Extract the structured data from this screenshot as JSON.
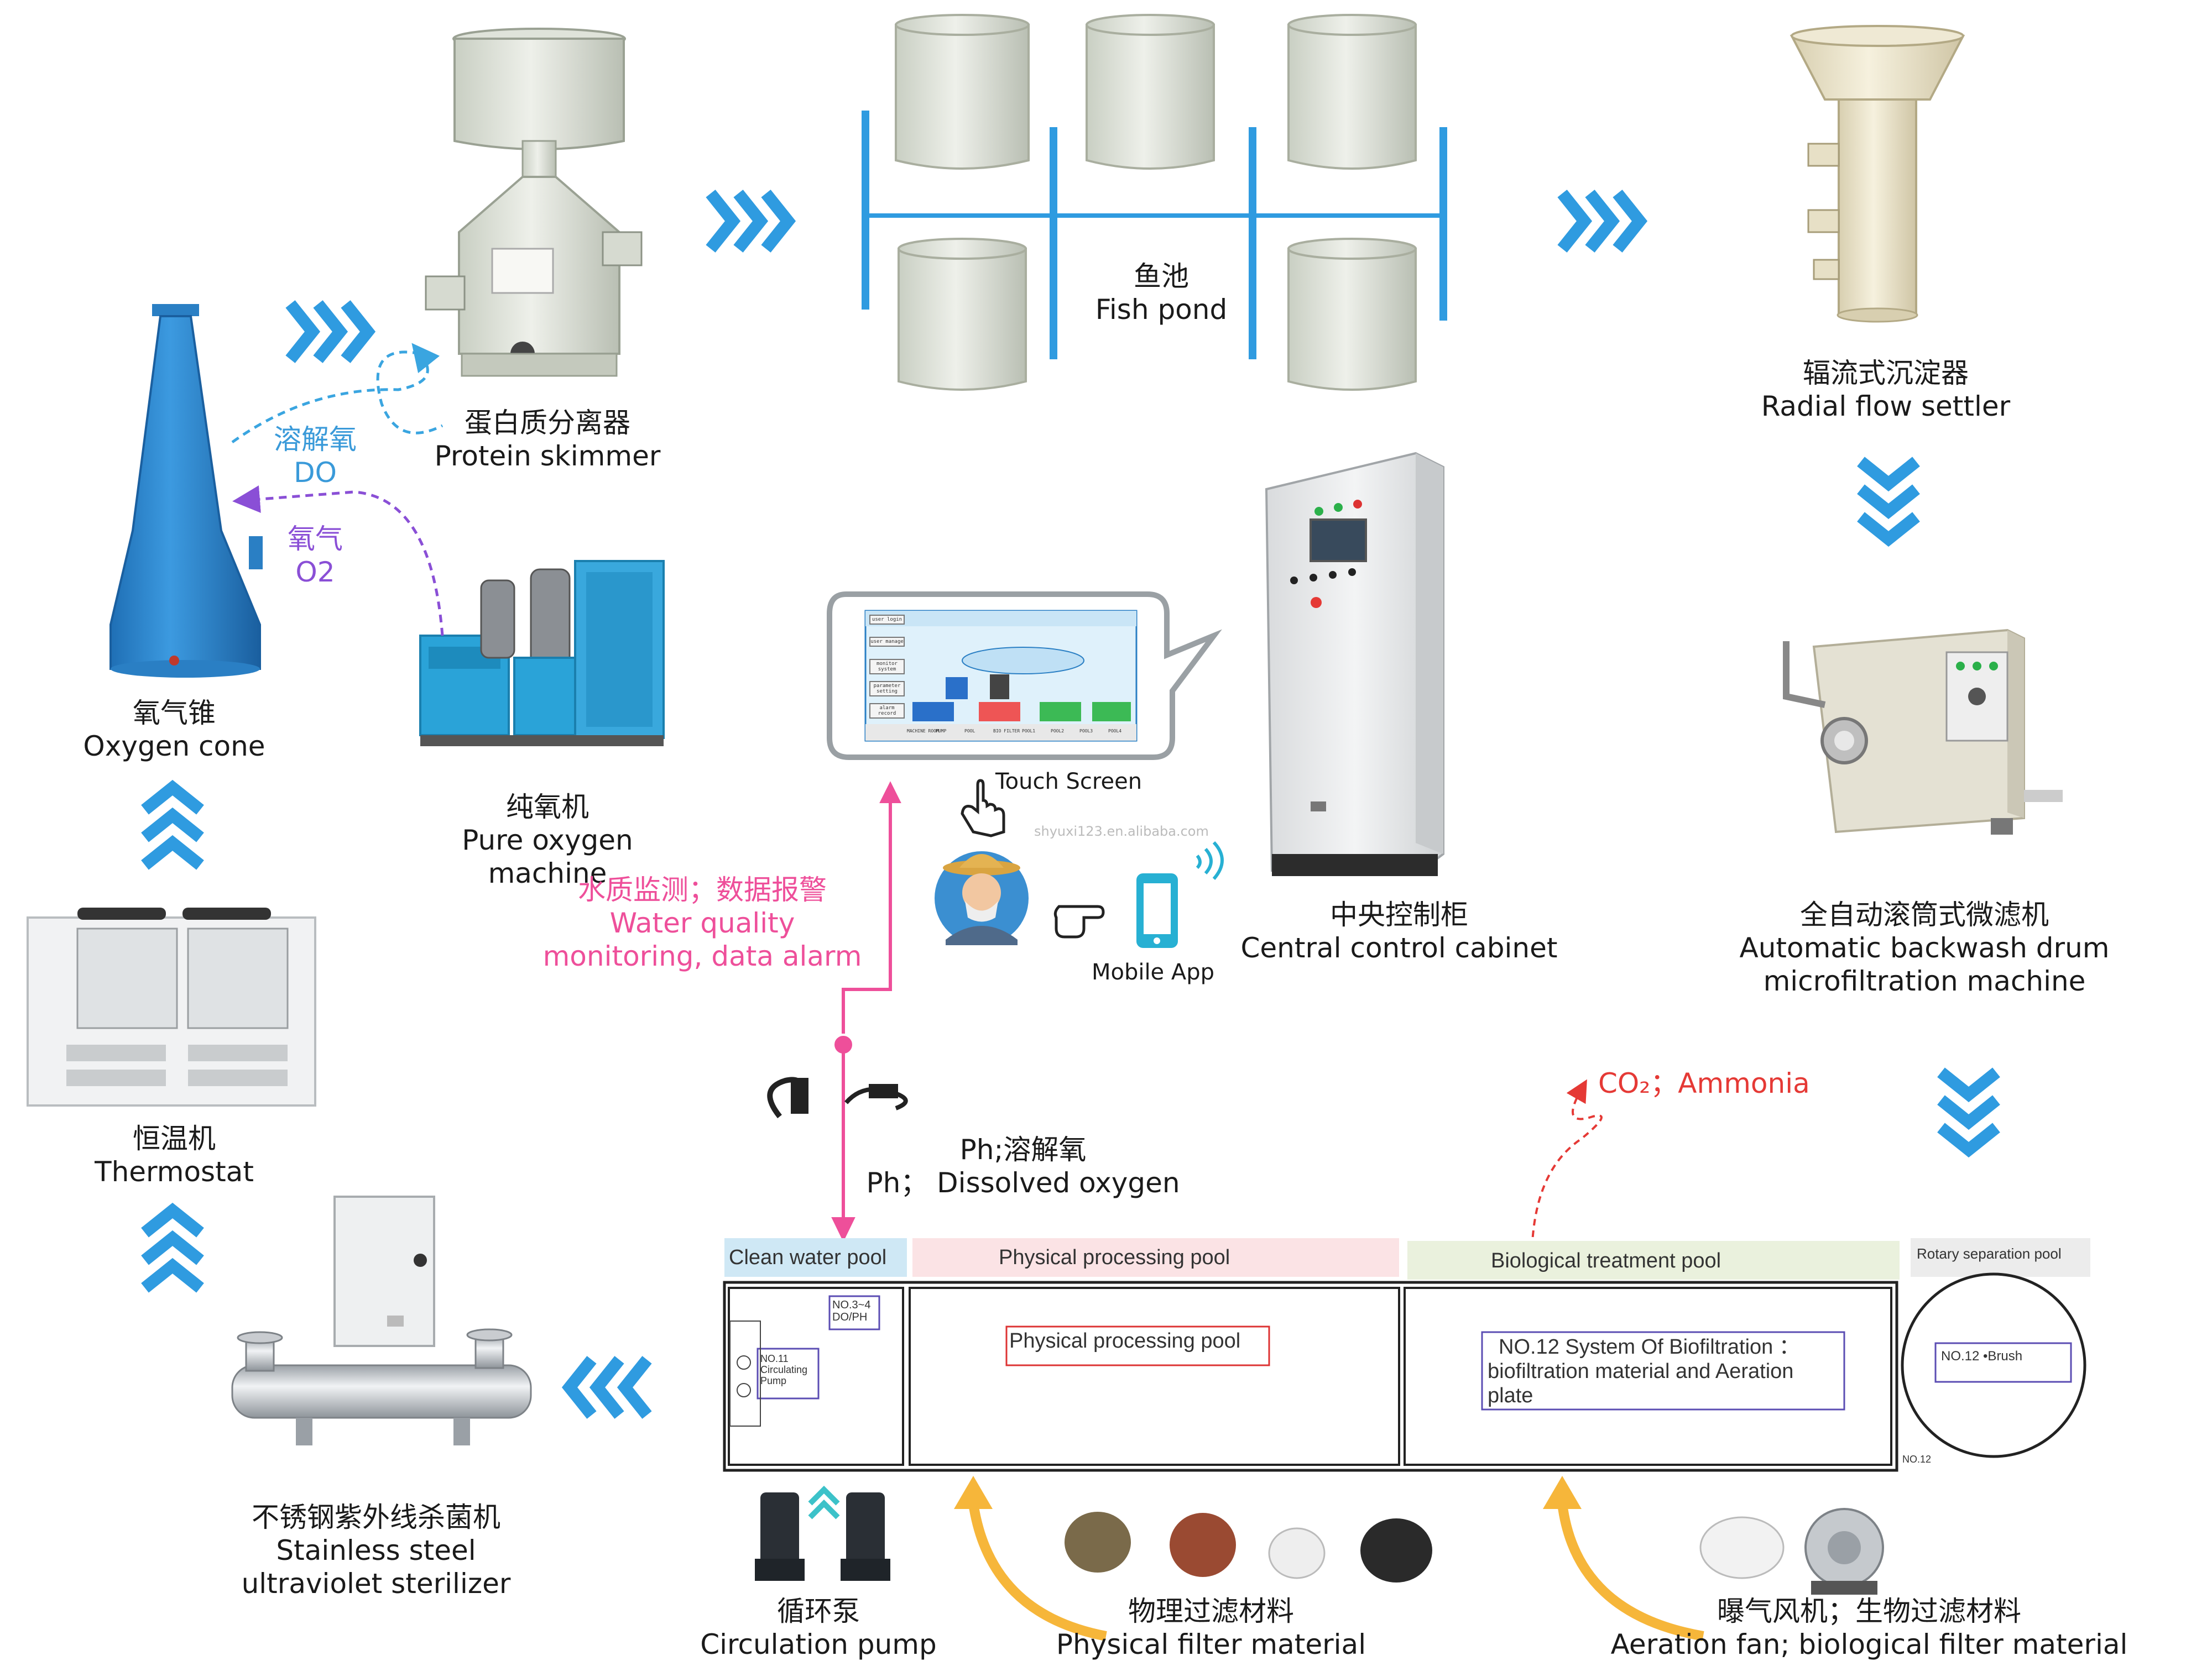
{
  "colors": {
    "arrow_blue": "#2f9be0",
    "do_blue": "#3aa5e0",
    "o2_purple": "#8a4fd6",
    "alarm_pink": "#ee4f9a",
    "co2_red": "#e53935",
    "feed_orange": "#f6b63a"
  },
  "equipment": {
    "protein_skimmer": {
      "zh": "蛋白质分离器",
      "en": "Protein skimmer"
    },
    "fish_pond": {
      "zh": "鱼池",
      "en": "Fish pond"
    },
    "radial_settler": {
      "zh": "辐流式沉淀器",
      "en": "Radial flow settler"
    },
    "oxygen_cone": {
      "zh": "氧气锥",
      "en": "Oxygen cone"
    },
    "pure_oxygen": {
      "zh": "纯氧机",
      "en": "Pure oxygen machine"
    },
    "control_cabinet": {
      "zh": "中央控制柜",
      "en": "Central control cabinet"
    },
    "drum_filter": {
      "zh": "全自动滚筒式微滤机",
      "en_1": "Automatic backwash drum",
      "en_2": "microfiltration machine"
    },
    "thermostat": {
      "zh": "恒温机",
      "en": "Thermostat"
    },
    "uv_sterilizer": {
      "zh": "不锈钢紫外线杀菌机",
      "en_1": "Stainless steel",
      "en_2": "ultraviolet sterilizer"
    },
    "circulation_pump": {
      "zh": "循环泵",
      "en": "Circulation pump"
    },
    "physical_filter": {
      "zh": "物理过滤材料",
      "en": "Physical filter material"
    },
    "aeration": {
      "zh": "曝气风机；生物过滤材料",
      "en": "Aeration fan; biological filter material"
    }
  },
  "flows": {
    "do": {
      "zh": "溶解氧",
      "en": "DO"
    },
    "o2": {
      "zh": "氧气",
      "en": "O2"
    },
    "co2": "CO₂；Ammonia"
  },
  "monitoring": {
    "zh": "水质监测；数据报警",
    "en_1": "Water quality",
    "en_2": "monitoring, data alarm",
    "touch_screen": "Touch Screen",
    "mobile_app": "Mobile App",
    "watermark": "shyuxi123.en.alibaba.com",
    "probe_zh": "Ph;溶解氧",
    "probe_en": "Ph； Dissolved oxygen"
  },
  "pools": {
    "clean": "Clean water pool",
    "physical": "Physical processing pool",
    "biological": "Biological treatment  pool",
    "rotary": "Rotary separation pool",
    "physical_box": "Physical processing pool",
    "bio_box_1": "NO.12  System Of Biofiltration ：",
    "bio_box_2": "biofiltration material and Aeration",
    "bio_box_3": "plate",
    "pump_box_1": "NO.11",
    "pump_box_2": "Circulating",
    "pump_box_3": "Pump",
    "sensor_box_1": "NO.3~4",
    "sensor_box_2": "DO/PH",
    "brush_box": "NO.12   •Brush",
    "no12_small": "NO.12"
  },
  "screen_buttons": [
    "user login",
    "user manage",
    "monitor system",
    "parameter setting",
    "alarm record"
  ],
  "screen_footer": [
    "MACHINE ROOM",
    "PUMP",
    "POOL",
    "BIO FILTER",
    "POOL1",
    "POOL2",
    "POOL3",
    "POOL4"
  ]
}
